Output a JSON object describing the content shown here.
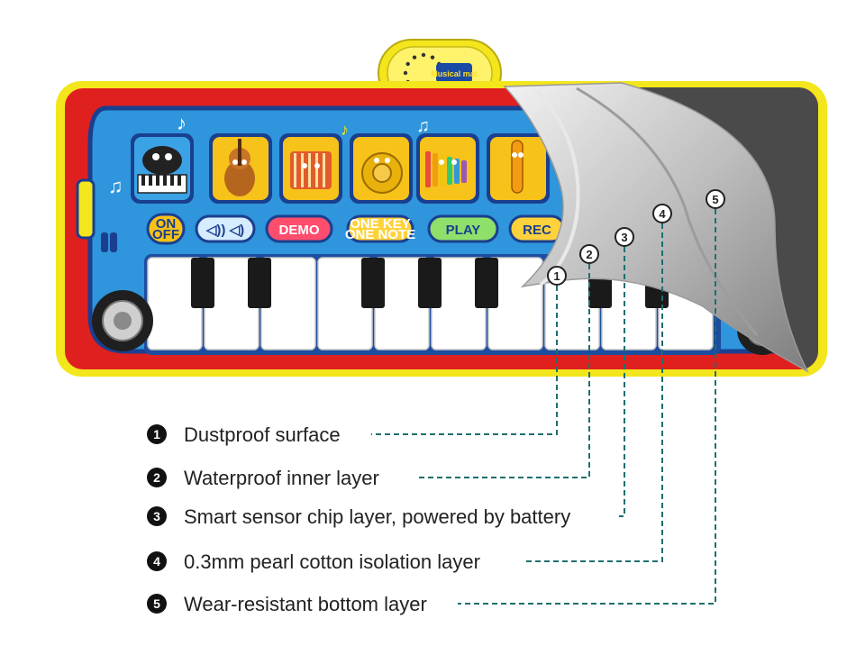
{
  "product": {
    "speaker_badge": "Musical mat",
    "buttons": [
      {
        "id": "on-off",
        "label": "ON OFF",
        "line1": "ON",
        "line2": "OFF"
      },
      {
        "id": "volume",
        "label": "◁)) ◁)"
      },
      {
        "id": "demo",
        "label": "DEMO"
      },
      {
        "id": "one-key-one-note",
        "label": "ONE KEY ONE NOTE",
        "line1": "ONE KEY",
        "line2": "ONE NOTE"
      },
      {
        "id": "play",
        "label": "PLAY"
      },
      {
        "id": "record",
        "label": "REC"
      }
    ],
    "instruments": [
      "piano",
      "violin",
      "accordion",
      "french-horn",
      "xylophone",
      "saxophone"
    ]
  },
  "callouts": [
    "1",
    "2",
    "3",
    "4",
    "5"
  ],
  "legend": [
    {
      "num": "1",
      "text": "Dustproof surface"
    },
    {
      "num": "2",
      "text": "Waterproof inner layer"
    },
    {
      "num": "3",
      "text": "Smart sensor chip layer, powered by battery"
    },
    {
      "num": "4",
      "text": "0.3mm pearl cotton isolation layer"
    },
    {
      "num": "5",
      "text": "Wear-resistant bottom layer"
    }
  ],
  "colors": {
    "mat_border": "#f3e61c",
    "mat_red": "#e0201f",
    "bus_blue": "#2f95dc",
    "bus_dark": "#1a3f8f",
    "bottom_layer": "#4a4a4a",
    "peel_gray": "#b5b5b5",
    "leader_line": "#1f6e6e"
  }
}
